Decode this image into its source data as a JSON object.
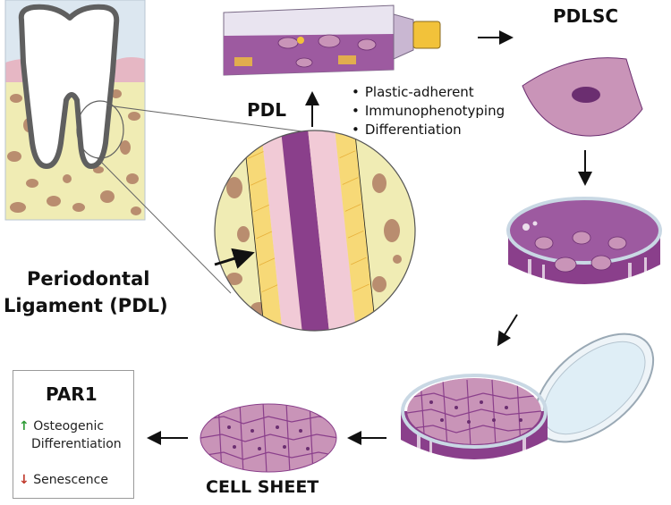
{
  "labels": {
    "pdl": "PDL",
    "pdlsc": "PDLSC",
    "periodontal_line1": "Periodontal",
    "periodontal_line2": "Ligament (PDL)",
    "cell_sheet": "CELL SHEET"
  },
  "criteria": [
    "Plastic-adherent",
    "Immunophenotyping",
    "Differentiation"
  ],
  "par1": {
    "title": "PAR1",
    "up_arrow": "↑",
    "up_line1": "Osteogenic",
    "up_line2": "Differentiation",
    "down_arrow": "↓",
    "down_text": "Senescence"
  },
  "colors": {
    "bone": "#f0ecb4",
    "bone_spot": "#b98d6f",
    "tooth_outline": "#5f5f5f",
    "gum": "#e6b7c4",
    "ligament_purple": "#8a3f8b",
    "ligament_pink": "#f1cad6",
    "fiber_yellow": "#f2c23a",
    "medium_purple": "#9d5aa0",
    "cell_pink": "#c994b8",
    "cell_nucleus": "#6b2e70",
    "dish_rim": "#dfeef6",
    "up_arrow": "#2e9b35",
    "down_arrow": "#c0392b"
  }
}
